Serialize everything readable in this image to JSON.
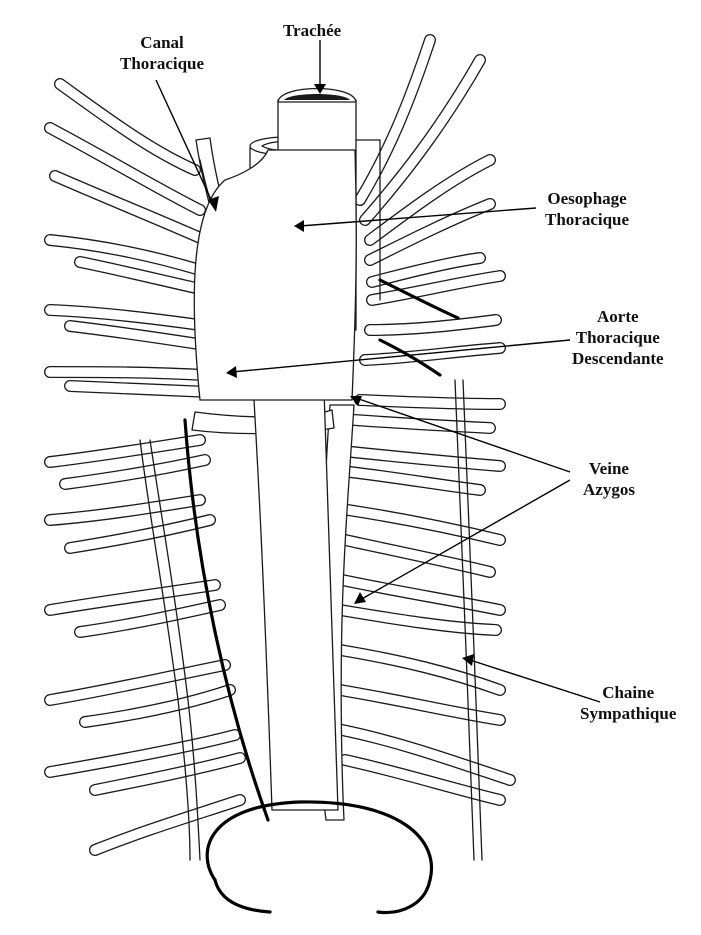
{
  "labels": {
    "canal": [
      "Canal",
      "Thoracique"
    ],
    "trachee": [
      "Trachée"
    ],
    "oesophage": [
      "Oesophage",
      "Thoracique"
    ],
    "aorte": [
      "Aorte",
      "Thoracique",
      "Descendante"
    ],
    "veine": [
      "Veine",
      "Azygos"
    ],
    "chaine": [
      "Chaine",
      "Sympathique"
    ]
  },
  "colors": {
    "ink": "#1a1a1a",
    "paper": "#ffffff"
  }
}
